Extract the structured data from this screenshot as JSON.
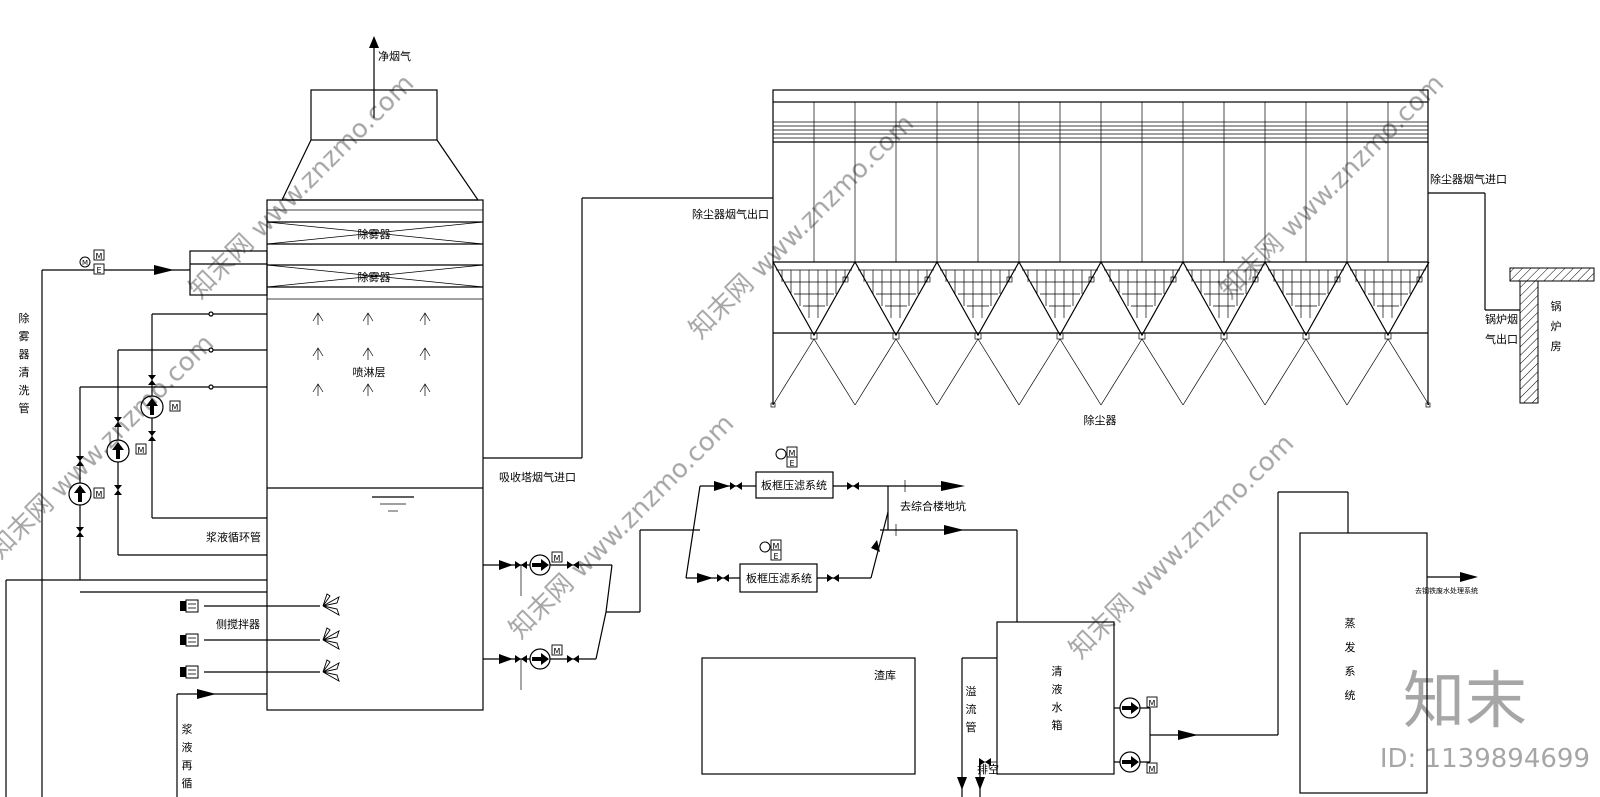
{
  "labels": {
    "clean_flue_gas": "净烟气",
    "demister_1": "除雾器",
    "demister_2": "除雾器",
    "spray_layer": "喷淋层",
    "slurry_circ_pipe": "浆液循环管",
    "side_agitator": "侧搅拌器",
    "absorber_inlet": "吸收塔烟气进口",
    "dust_collector_outlet": "除尘器烟气出口",
    "dust_collector_inlet": "除尘器烟气进口",
    "dust_collector": "除尘器",
    "boiler_outlet": "锅炉烟气出口",
    "boiler_room": "锅炉房",
    "demister_wash_pipe": "除雾器清洗管",
    "slurry_recirc": "浆液再循",
    "filter_press_1": "板框压滤系统",
    "filter_press_2": "板框压滤系统",
    "to_sump": "去综合楼地坑",
    "slag_store": "渣库",
    "clear_tank": "清液水箱",
    "overflow_pipe": "溢流管",
    "drain": "排空",
    "evaporation": "蒸发系统",
    "to_wastewater": "去钢铁废水处理系统",
    "motor_tag": "M",
    "motor_tag_e": "E"
  },
  "watermark": {
    "brand": "知末",
    "id_text": "ID: 1139894699",
    "diag_text": "知末网 www.znzmo.com"
  }
}
